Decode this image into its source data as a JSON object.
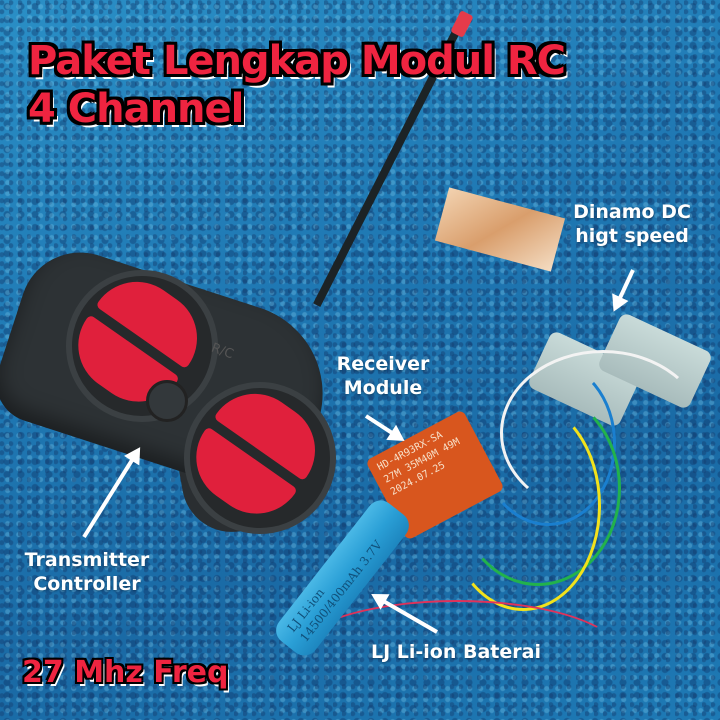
{
  "title": {
    "line1": "Paket Lengkap Modul RC",
    "line2": "4 Channel"
  },
  "frequency_badge": "27 Mhz Freq",
  "labels": {
    "motor": [
      "Dinamo DC",
      "higt speed"
    ],
    "receiver": [
      "Receiver",
      "Module"
    ],
    "transmitter": [
      "Transmitter",
      "Controller"
    ],
    "battery": "LJ Li-ion Baterai"
  },
  "controller": {
    "mark": "R/C"
  },
  "pcb": {
    "lines": [
      "HD-4R93RX-SA",
      "27M 35M40M 49M",
      "2024.07.25"
    ]
  },
  "battery_print": {
    "brand": "LJ Li-ion",
    "spec": "14500/400mAh 3.7V"
  },
  "colors": {
    "title_red": "#ef2440",
    "background_blue": "#1f78b3",
    "label_white": "#ffffff"
  }
}
